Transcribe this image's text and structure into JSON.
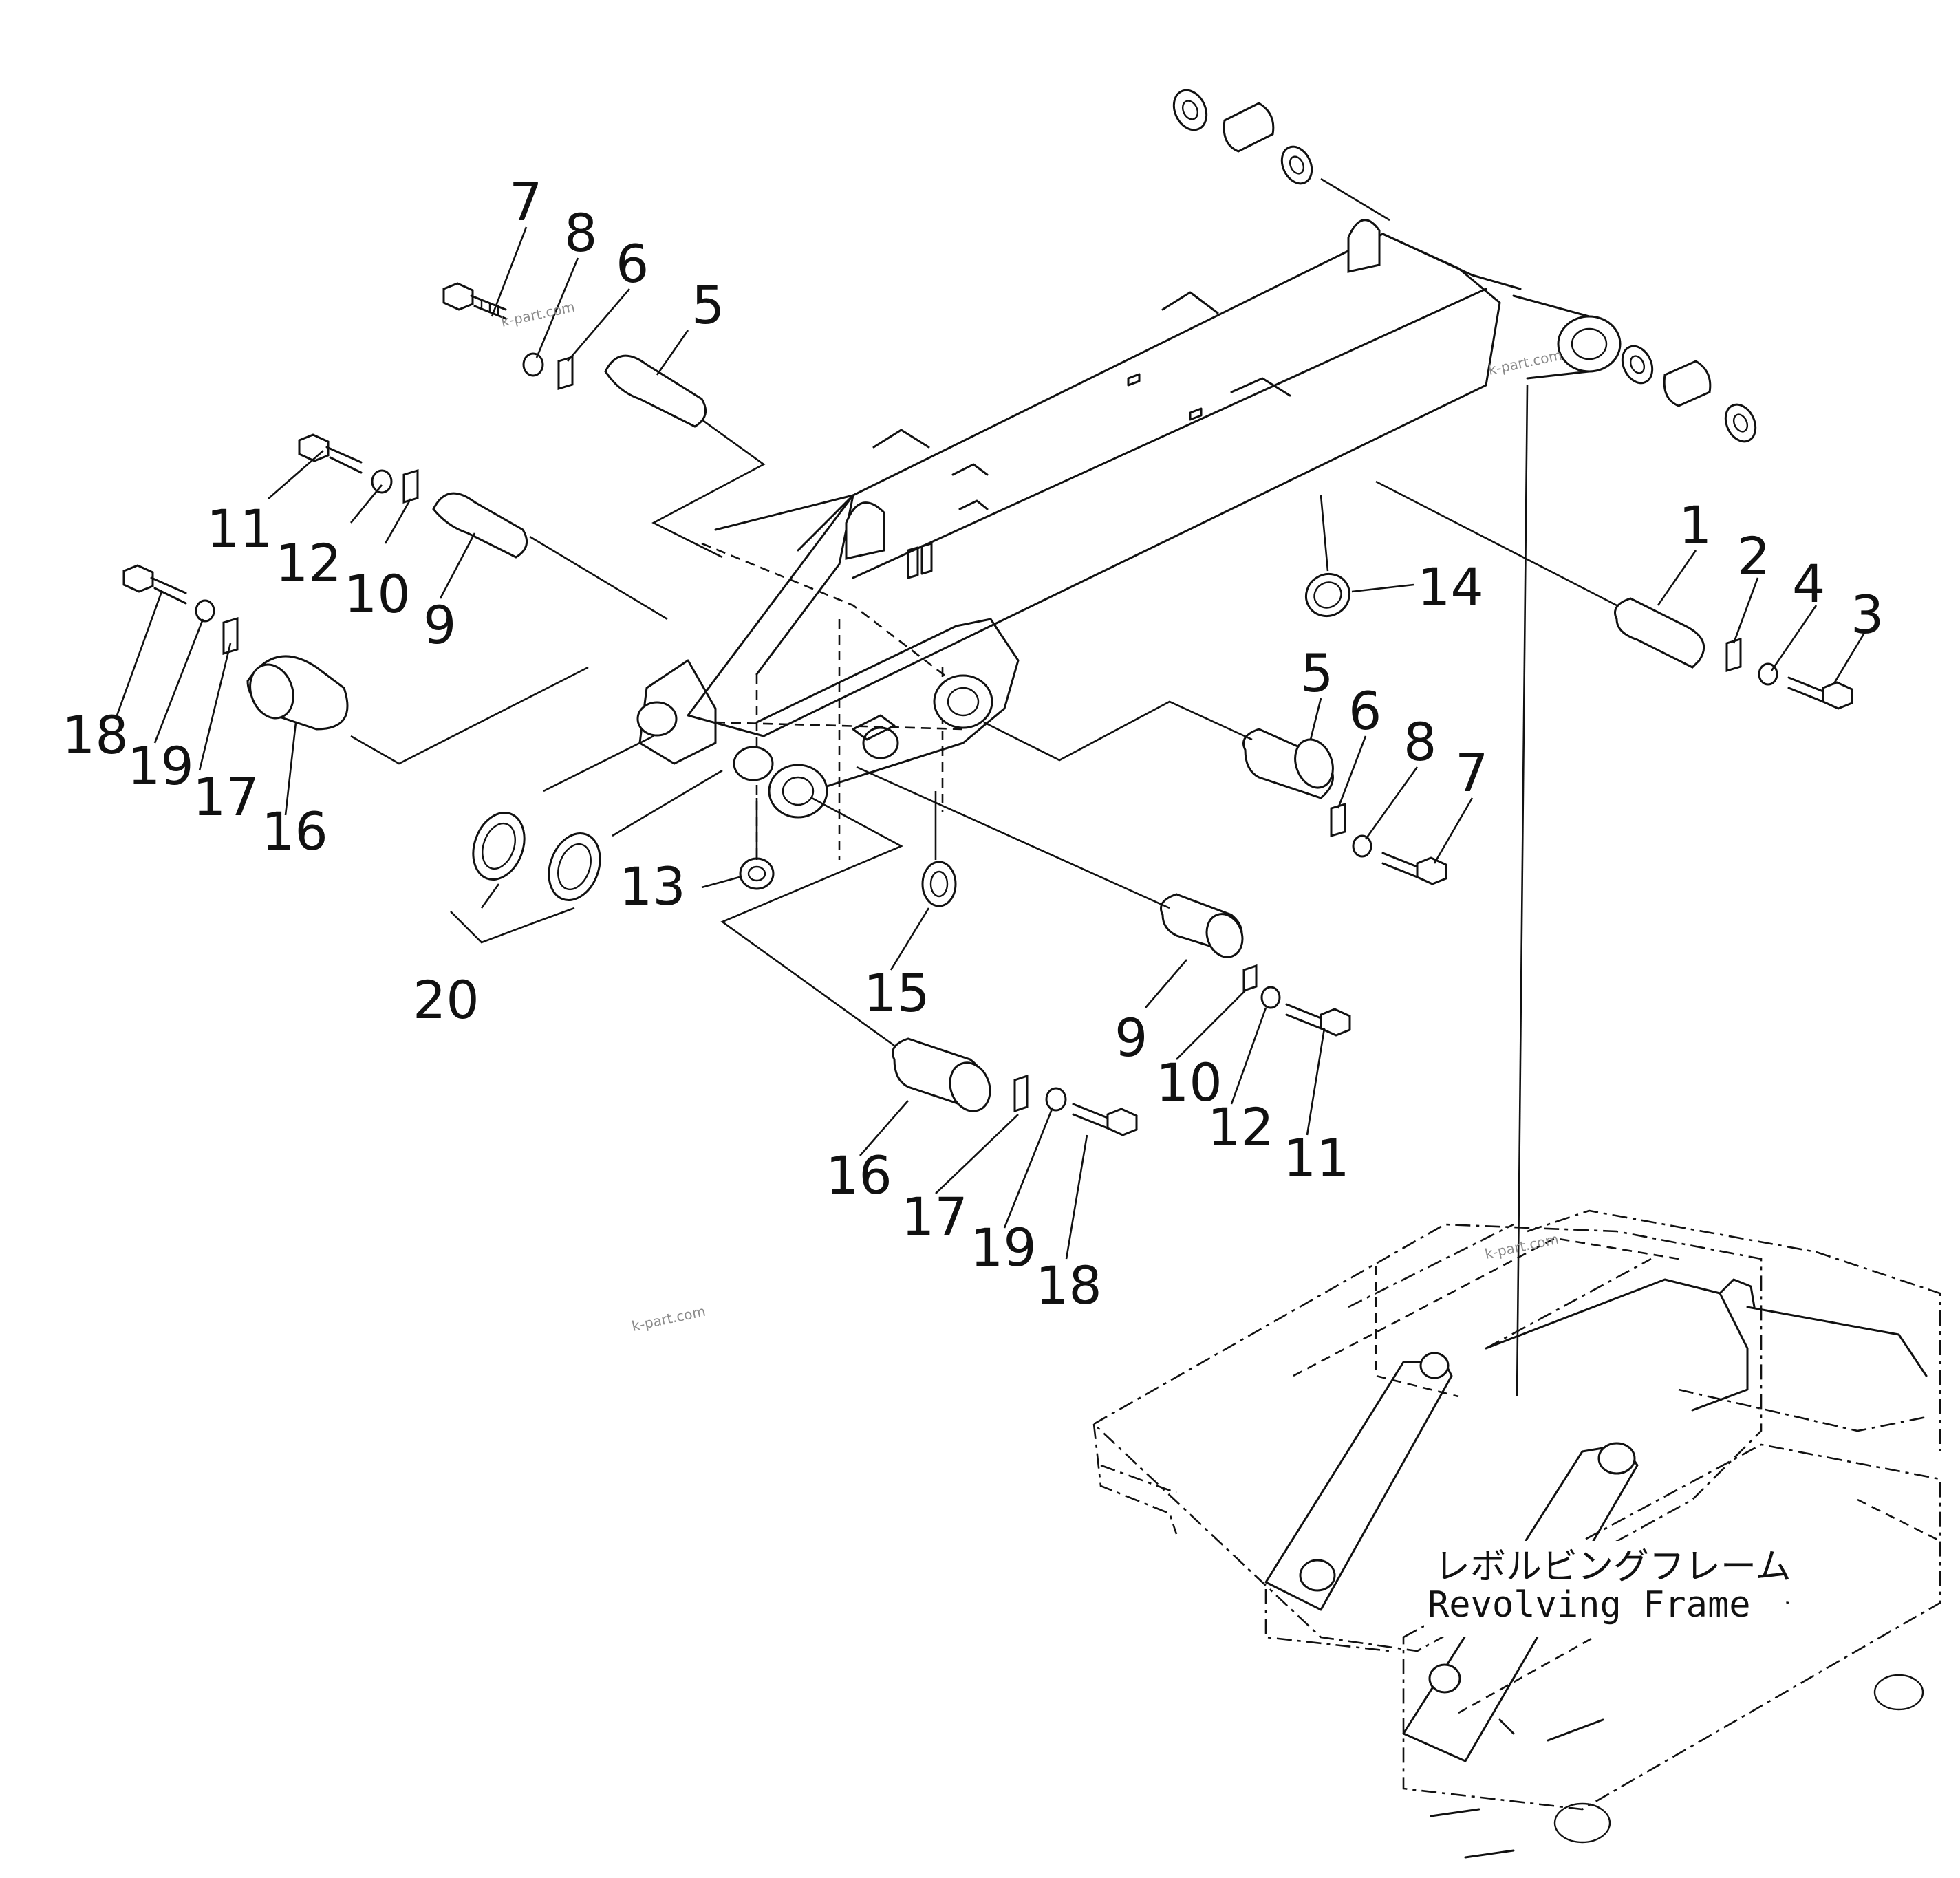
{
  "labels": {
    "l1": "1",
    "l2": "2",
    "l3": "3",
    "l4": "4",
    "l5a": "5",
    "l5b": "5",
    "l6a": "6",
    "l6b": "6",
    "l7a": "7",
    "l7b": "7",
    "l8a": "8",
    "l8b": "8",
    "l9a": "9",
    "l9b": "9",
    "l10a": "10",
    "l10b": "10",
    "l11a": "11",
    "l11b": "11",
    "l12a": "12",
    "l12b": "12",
    "l13": "13",
    "l14": "14",
    "l15": "15",
    "l16a": "16",
    "l16b": "16",
    "l17a": "17",
    "l17b": "17",
    "l18a": "18",
    "l18b": "18",
    "l19a": "19",
    "l19b": "19",
    "l20": "20"
  },
  "caption": {
    "japanese": "レボルビングフレーム",
    "english": "Revolving Frame"
  },
  "watermarks": {
    "w1": "k-part.com",
    "w2": "k-part.com",
    "w3": "k-part.com",
    "w4": "k-part.com"
  }
}
